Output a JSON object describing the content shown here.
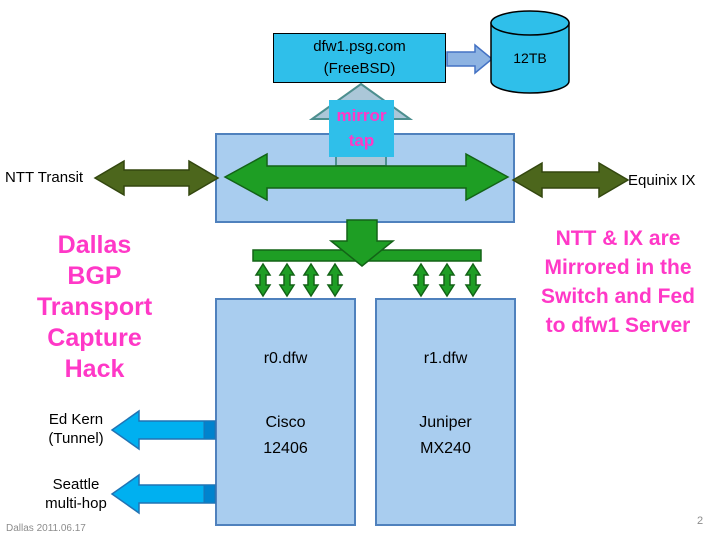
{
  "colors": {
    "cyan": "#2FBFEA",
    "box_fill": "#A9CDEF",
    "box_border": "#4F81BD",
    "green": "#1E9E24",
    "green_dark": "#136317",
    "olive": "#4C661C",
    "olive_dark": "#33470F",
    "magenta": "#FF38C7",
    "sky": "#00B0F0",
    "sky_dark": "#2173B4",
    "sky_cap": "#0083CE",
    "steel": "#8DB3E2",
    "steel_dark": "#4472C4",
    "mirror_fill": "#ABC7D8",
    "mirror_stroke": "#4D8F8F",
    "muted": "#8C8C8C"
  },
  "server": {
    "name": "dfw1.psg.com",
    "os": "(FreeBSD)"
  },
  "storage": {
    "capacity": "12TB"
  },
  "mirror_tap": {
    "lines": [
      "mirror",
      "tap"
    ]
  },
  "links": {
    "left": "NTT Transit",
    "right": "Equinix IX"
  },
  "title": {
    "lines": [
      "Dallas",
      "BGP",
      "Transport",
      "Capture",
      "Hack"
    ]
  },
  "note": {
    "lines": [
      "NTT & IX are",
      "Mirrored in the",
      "Switch and Fed",
      "to dfw1 Server"
    ]
  },
  "routers": {
    "r0": {
      "name": "r0.dfw",
      "vendor": "Cisco",
      "model": "12406"
    },
    "r1": {
      "name": "r1.dfw",
      "vendor": "Juniper",
      "model": "MX240"
    }
  },
  "tunnels": {
    "t1": {
      "lines": [
        "Ed Kern",
        "(Tunnel)"
      ]
    },
    "t2": {
      "lines": [
        "Seattle",
        "multi-hop"
      ]
    }
  },
  "footer": {
    "date": "Dallas 2011.06.17",
    "page": "2"
  }
}
